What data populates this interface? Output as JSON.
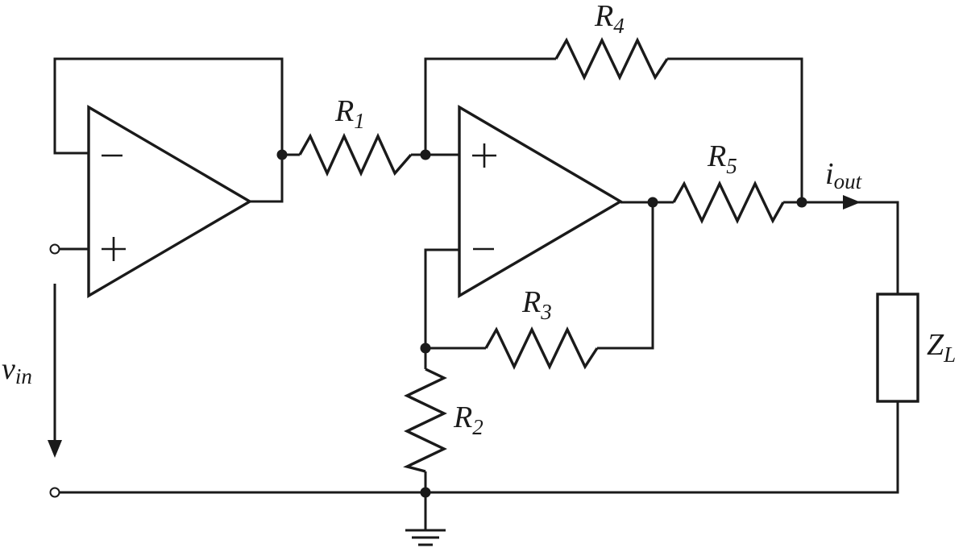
{
  "diagram": {
    "labels": {
      "r1": {
        "main": "R",
        "sub": "1"
      },
      "r2": {
        "main": "R",
        "sub": "2"
      },
      "r3": {
        "main": "R",
        "sub": "3"
      },
      "r4": {
        "main": "R",
        "sub": "4"
      },
      "r5": {
        "main": "R",
        "sub": "5"
      },
      "v_in": {
        "main": "v",
        "sub": "in"
      },
      "i_out": {
        "main": "i",
        "sub": "out"
      },
      "z_l": {
        "main": "Z",
        "sub": "L"
      }
    },
    "colors": {
      "ink": "#1a1a1a",
      "background": "#ffffff"
    }
  }
}
